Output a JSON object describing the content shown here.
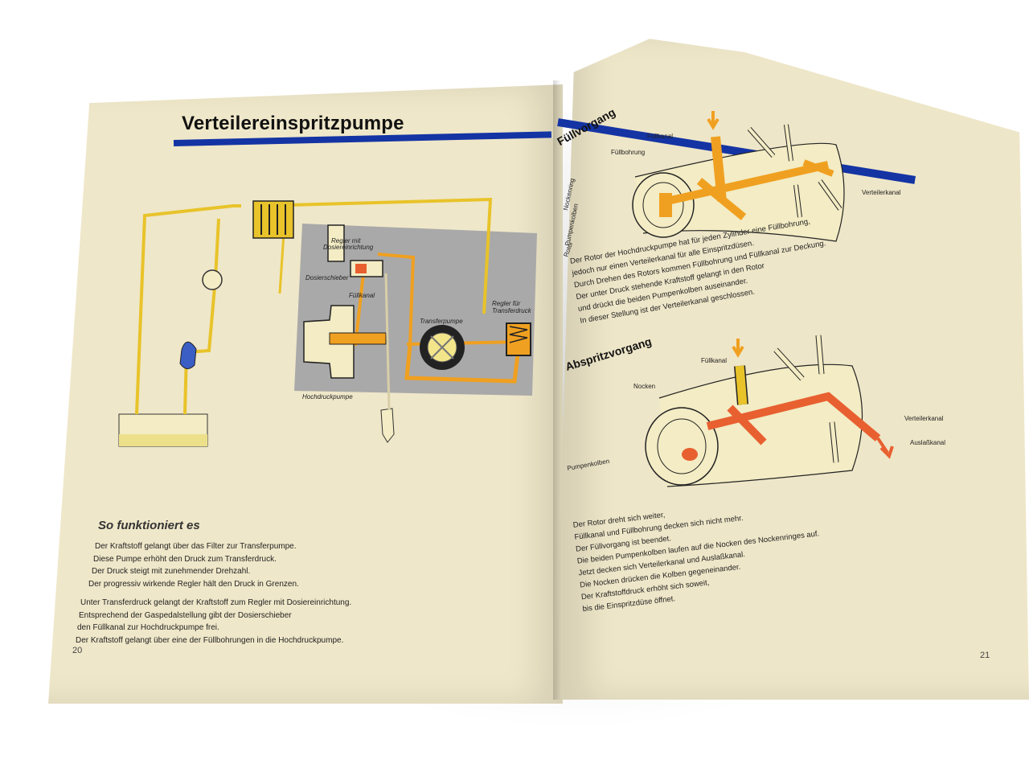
{
  "left_page": {
    "title": "Verteilereinspritzpumpe",
    "page_number": "20",
    "diagram_labels": {
      "regler_mit": "Regler mit",
      "dosiereinrichtung": "Dosiereinrichtung",
      "dosierschieber": "Dosierschieber",
      "fuellkanal": "Füllkanal",
      "transferpumpe": "Transferpumpe",
      "regler_fuer": "Regler für",
      "transferdruck": "Transferdruck",
      "hochdruckpumpe": "Hochdruckpumpe"
    },
    "section_heading": "So funktioniert es",
    "paragraph1": [
      "Der Kraftstoff gelangt über das Filter zur Transferpumpe.",
      "Diese Pumpe erhöht den Druck zum Transferdruck.",
      "Der Druck steigt mit zunehmender Drehzahl.",
      "Der progressiv wirkende Regler hält den Druck in Grenzen."
    ],
    "paragraph2": [
      "Unter Transferdruck gelangt der Kraftstoff zum Regler mit Dosiereinrichtung.",
      "Entsprechend der Gaspedalstellung gibt der Dosierschieber",
      "den Füllkanal zur Hochdruckpumpe frei.",
      "Der Kraftstoff gelangt über eine der Füllbohrungen in die Hochdruckpumpe."
    ]
  },
  "right_page": {
    "page_number": "21",
    "heading1": "Füllvorgang",
    "diagram1_labels": {
      "fuellkanal": "Füllkanal",
      "fuellbohrung": "Füllbohrung",
      "nockenring": "Nockenring",
      "pumpenkolben": "Pumpenkolben",
      "rotor": "Rotor",
      "verteilerkanal": "Verteilerkanal"
    },
    "text1": [
      "Der Rotor der Hochdruckpumpe hat für jeden Zylinder eine Füllbohrung,",
      "jedoch nur einen Verteilerkanal für alle Einspritzdüsen.",
      "Durch Drehen des Rotors kommen Füllbohrung und Füllkanal zur Deckung.",
      "Der unter Druck stehende Kraftstoff gelangt in den Rotor",
      "und drückt die beiden Pumpenkolben auseinander.",
      "In dieser Stellung ist der Verteilerkanal geschlossen."
    ],
    "heading2": "Abspritzvorgang",
    "diagram2_labels": {
      "fuellkanal": "Füllkanal",
      "nocken": "Nocken",
      "verteilerkanal": "Verteilerkanal",
      "auslasskanal": "Auslaßkanal",
      "pumpenkolben": "Pumpenkolben"
    },
    "text2": [
      "Der Rotor dreht sich weiter,",
      "Füllkanal und Füllbohrung decken sich nicht mehr.",
      "Der Füllvorgang ist beendet.",
      "Die beiden Pumpenkolben laufen auf die Nocken des Nockenringes auf.",
      "Jetzt decken sich Verteilerkanal und Auslaßkanal.",
      "Die Nocken drücken die Kolben gegeneinander.",
      "Der Kraftstoffdruck erhöht sich soweit,",
      "bis die Einspritzdüse öffnet."
    ]
  },
  "colors": {
    "accent_blue": "#1434a4",
    "paper": "#efe7c9",
    "fuel_yellow": "#e8c32a",
    "fuel_orange": "#f0a020",
    "fuel_red": "#e86030",
    "shade_gray": "#a9a9a9"
  }
}
